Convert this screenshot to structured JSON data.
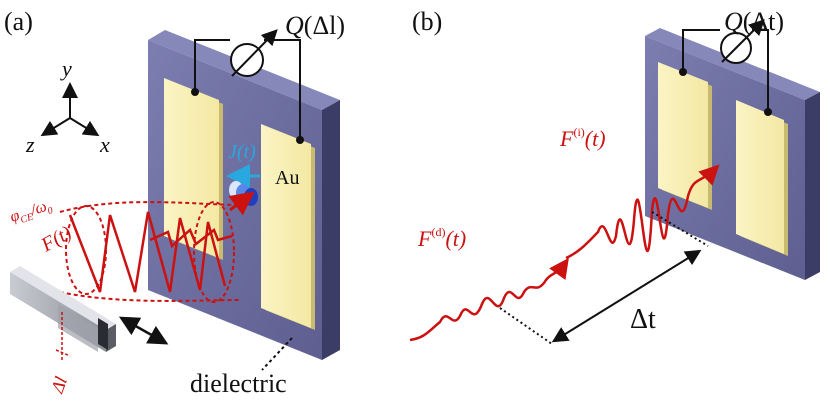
{
  "panel_a": {
    "label": "(a)",
    "meter_label_Q": "Q",
    "meter_label_arg": "(Δl)",
    "axes": {
      "x": "x",
      "y": "y",
      "z": "z"
    },
    "current": "J(t)",
    "electrode": "Au",
    "field": "F(t)",
    "phase": "φ",
    "phase_sub": "CE",
    "omega": "ω",
    "omega_sub": "0",
    "delay": "Δl",
    "substrate": "dielectric"
  },
  "panel_b": {
    "label": "(b)",
    "meter_label_Q": "Q",
    "meter_label_arg": "(Δt)",
    "drive_field_F": "F",
    "drive_field_sup": "(d)",
    "drive_field_arg": "(t)",
    "inject_field_F": "F",
    "inject_field_sup": "(i)",
    "inject_field_arg": "(t)",
    "delay": "Δt"
  },
  "colors": {
    "device": "#6e6f9e",
    "device_dark": "#4b4b78",
    "device_side": "#3c3d66",
    "gold": "#f7eeb0",
    "gold_shadow": "#c8bb70",
    "pulse": "#cc1111",
    "current": "#29a8e0"
  }
}
